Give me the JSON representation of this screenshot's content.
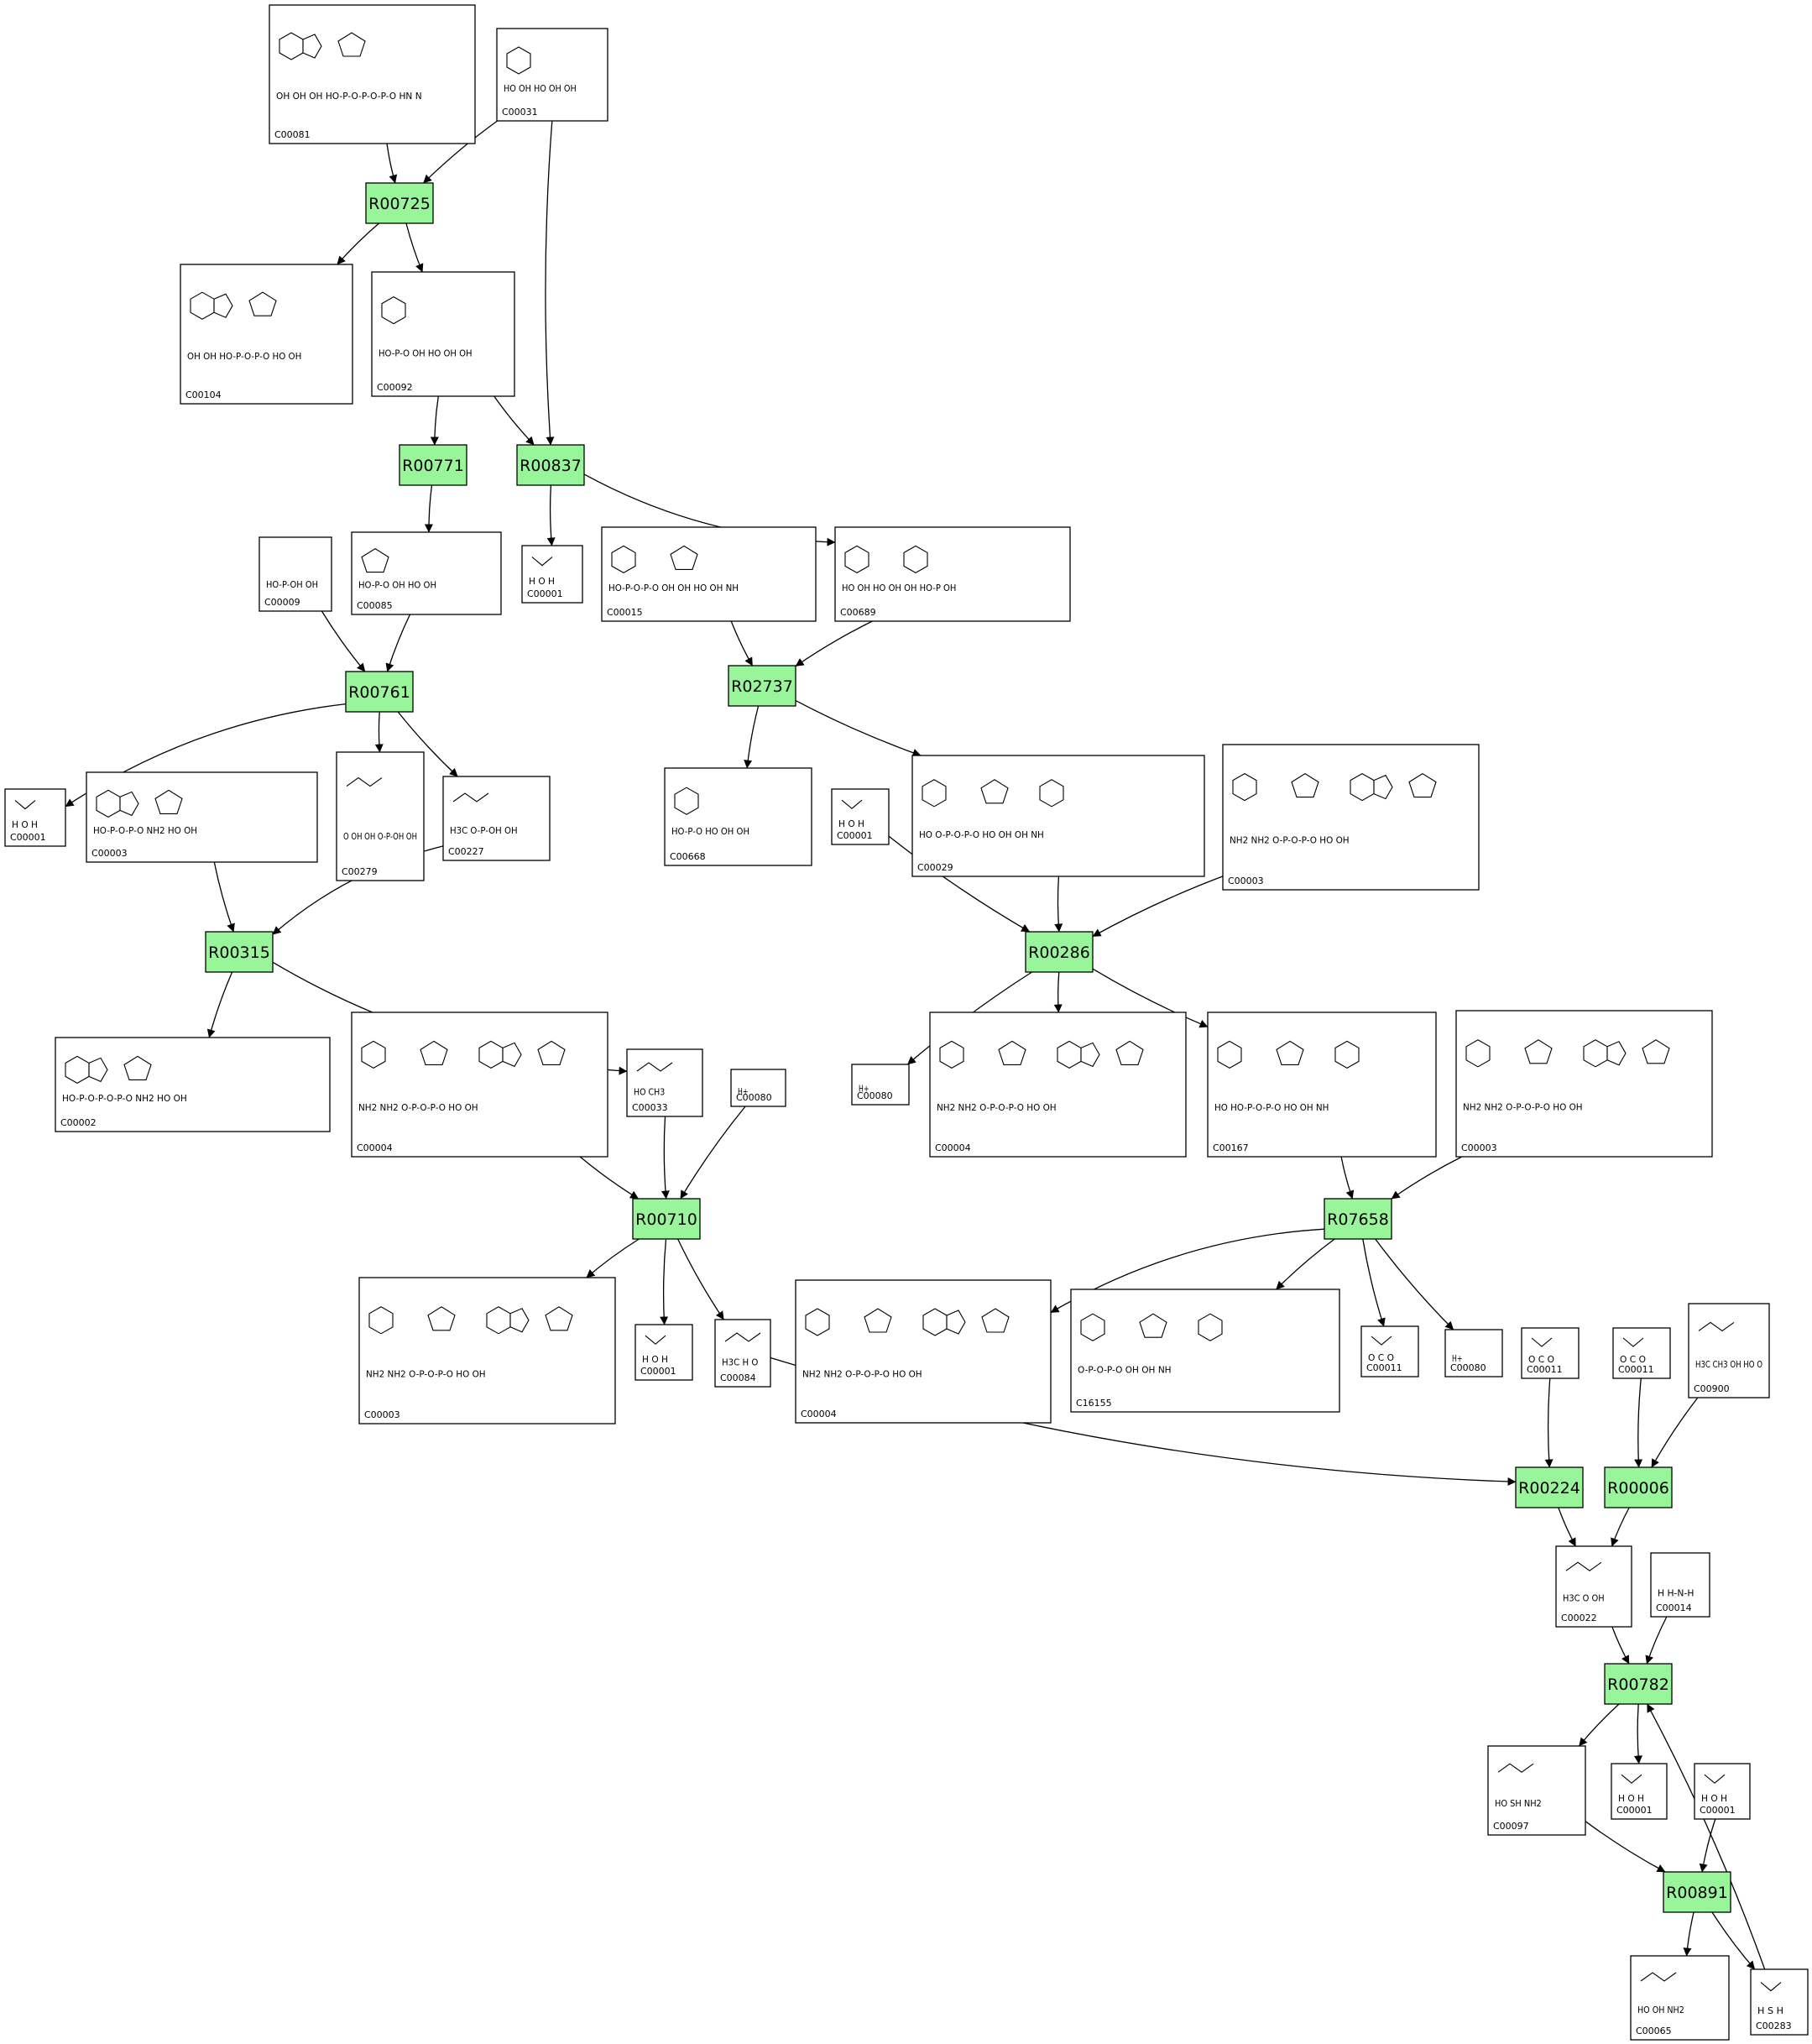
{
  "colors": {
    "reaction_fill": "#99f599",
    "border": "#000000",
    "background": "#ffffff"
  },
  "reactions": [
    {
      "id": "r1",
      "label": "R00725"
    },
    {
      "id": "r2",
      "label": "R00771"
    },
    {
      "id": "r3",
      "label": "R00837"
    },
    {
      "id": "r4",
      "label": "R00761"
    },
    {
      "id": "r5",
      "label": "R02737"
    },
    {
      "id": "r6",
      "label": "R00315"
    },
    {
      "id": "r7",
      "label": "R00286"
    },
    {
      "id": "r8",
      "label": "R00710"
    },
    {
      "id": "r9",
      "label": "R07658"
    },
    {
      "id": "r10",
      "label": "R00224"
    },
    {
      "id": "r11",
      "label": "R00006"
    },
    {
      "id": "r12",
      "label": "R00782"
    },
    {
      "id": "r13",
      "label": "R00891"
    }
  ],
  "compounds": [
    {
      "id": "c1",
      "code": "C00081",
      "atoms": "OH OH OH HO-P-O-P-O-P-O HN N"
    },
    {
      "id": "c2",
      "code": "C00031",
      "atoms": "HO OH HO OH OH"
    },
    {
      "id": "c3",
      "code": "C00104",
      "atoms": "OH OH HO-P-O-P-O HO OH"
    },
    {
      "id": "c4",
      "code": "C00092",
      "atoms": "HO-P-O OH HO OH OH"
    },
    {
      "id": "c5",
      "code": "C00009",
      "atoms": "HO-P-OH OH"
    },
    {
      "id": "c6",
      "code": "C00085",
      "atoms": "HO-P-O OH HO OH"
    },
    {
      "id": "c7",
      "code": "C00001",
      "atoms": "H O H"
    },
    {
      "id": "c8",
      "code": "C00015",
      "atoms": "HO-P-O-P-O OH OH HO OH NH"
    },
    {
      "id": "c9",
      "code": "C00689",
      "atoms": "HO OH HO OH OH HO-P OH"
    },
    {
      "id": "c10",
      "code": "C00001",
      "atoms": "H O H"
    },
    {
      "id": "c11",
      "code": "C00003",
      "atoms": "HO-P-O-P-O NH2 HO OH"
    },
    {
      "id": "c12",
      "code": "C00279",
      "atoms": "O OH OH O-P-OH OH"
    },
    {
      "id": "c13",
      "code": "C00227",
      "atoms": "H3C O-P-OH OH"
    },
    {
      "id": "c14",
      "code": "C00668",
      "atoms": "HO-P-O HO OH OH"
    },
    {
      "id": "c15",
      "code": "C00001",
      "atoms": "H O H"
    },
    {
      "id": "c16",
      "code": "C00029",
      "atoms": "HO O-P-O-P-O HO OH OH NH"
    },
    {
      "id": "c17",
      "code": "C00003",
      "atoms": "NH2 NH2 O-P-O-P-O HO OH"
    },
    {
      "id": "c18",
      "code": "C00002",
      "atoms": "HO-P-O-P-O-P-O NH2 HO OH"
    },
    {
      "id": "c19",
      "code": "C00004",
      "atoms": "NH2 NH2 O-P-O-P-O HO OH"
    },
    {
      "id": "c20",
      "code": "C00033",
      "atoms": "HO CH3"
    },
    {
      "id": "c21",
      "code": "C00080",
      "atoms": "H+"
    },
    {
      "id": "c22",
      "code": "C00080",
      "atoms": "H+"
    },
    {
      "id": "c23",
      "code": "C00004",
      "atoms": "NH2 NH2 O-P-O-P-O HO OH"
    },
    {
      "id": "c24",
      "code": "C00167",
      "atoms": "HO HO-P-O-P-O HO OH NH"
    },
    {
      "id": "c25",
      "code": "C00003",
      "atoms": "NH2 NH2 O-P-O-P-O HO OH"
    },
    {
      "id": "c26",
      "code": "C00003",
      "atoms": "NH2 NH2 O-P-O-P-O HO OH"
    },
    {
      "id": "c27",
      "code": "C00001",
      "atoms": "H O H"
    },
    {
      "id": "c28",
      "code": "C00084",
      "atoms": "H3C H O"
    },
    {
      "id": "c29",
      "code": "C00004",
      "atoms": "NH2 NH2 O-P-O-P-O HO OH"
    },
    {
      "id": "c30",
      "code": "C16155",
      "atoms": "O-P-O-P-O OH OH NH"
    },
    {
      "id": "c31",
      "code": "C00011",
      "atoms": "O C O"
    },
    {
      "id": "c32",
      "code": "C00080",
      "atoms": "H+"
    },
    {
      "id": "c33",
      "code": "C00011",
      "atoms": "O C O"
    },
    {
      "id": "c34",
      "code": "C00011",
      "atoms": "O C O"
    },
    {
      "id": "c35",
      "code": "C00900",
      "atoms": "H3C CH3 OH HO O"
    },
    {
      "id": "c36",
      "code": "C00022",
      "atoms": "H3C O OH"
    },
    {
      "id": "c37",
      "code": "C00014",
      "atoms": "H H-N-H"
    },
    {
      "id": "c38",
      "code": "C00097",
      "atoms": "HO SH NH2"
    },
    {
      "id": "c39",
      "code": "C00001",
      "atoms": "H O H"
    },
    {
      "id": "c40",
      "code": "C00001",
      "atoms": "H O H"
    },
    {
      "id": "c41",
      "code": "C00065",
      "atoms": "HO OH NH2"
    },
    {
      "id": "c42",
      "code": "C00283",
      "atoms": "H S H"
    }
  ],
  "edges": [
    [
      "c1",
      "r1"
    ],
    [
      "c2",
      "r1"
    ],
    [
      "r1",
      "c3"
    ],
    [
      "r1",
      "c4"
    ],
    [
      "c4",
      "r2"
    ],
    [
      "c4",
      "r3"
    ],
    [
      "c2",
      "r3"
    ],
    [
      "r3",
      "c7"
    ],
    [
      "r3",
      "c9"
    ],
    [
      "r2",
      "c6"
    ],
    [
      "c5",
      "r4"
    ],
    [
      "c6",
      "r4"
    ],
    [
      "r4",
      "c10"
    ],
    [
      "r4",
      "c12"
    ],
    [
      "r4",
      "c13"
    ],
    [
      "c8",
      "r5"
    ],
    [
      "c9",
      "r5"
    ],
    [
      "r5",
      "c14"
    ],
    [
      "r5",
      "c16"
    ],
    [
      "c11",
      "r6"
    ],
    [
      "c13",
      "r6"
    ],
    [
      "r6",
      "c18"
    ],
    [
      "r6",
      "c20"
    ],
    [
      "c15",
      "r7"
    ],
    [
      "c16",
      "r7"
    ],
    [
      "c17",
      "r7"
    ],
    [
      "r7",
      "c22"
    ],
    [
      "r7",
      "c23"
    ],
    [
      "r7",
      "c24"
    ],
    [
      "c19",
      "r8"
    ],
    [
      "c20",
      "r8"
    ],
    [
      "c21",
      "r8"
    ],
    [
      "r8",
      "c26"
    ],
    [
      "r8",
      "c27"
    ],
    [
      "r8",
      "c28"
    ],
    [
      "c24",
      "r9"
    ],
    [
      "c25",
      "r9"
    ],
    [
      "r9",
      "c29"
    ],
    [
      "r9",
      "c30"
    ],
    [
      "r9",
      "c31"
    ],
    [
      "r9",
      "c32"
    ],
    [
      "c28",
      "r10"
    ],
    [
      "c33",
      "r10"
    ],
    [
      "c34",
      "r11"
    ],
    [
      "c35",
      "r11"
    ],
    [
      "r10",
      "c36"
    ],
    [
      "r11",
      "c36"
    ],
    [
      "c36",
      "r12"
    ],
    [
      "c37",
      "r12"
    ],
    [
      "r12",
      "c38"
    ],
    [
      "r12",
      "c39"
    ],
    [
      "c38",
      "r13"
    ],
    [
      "c40",
      "r13"
    ],
    [
      "r13",
      "c41"
    ],
    [
      "r13",
      "c42"
    ],
    [
      "c42",
      "r12"
    ]
  ]
}
